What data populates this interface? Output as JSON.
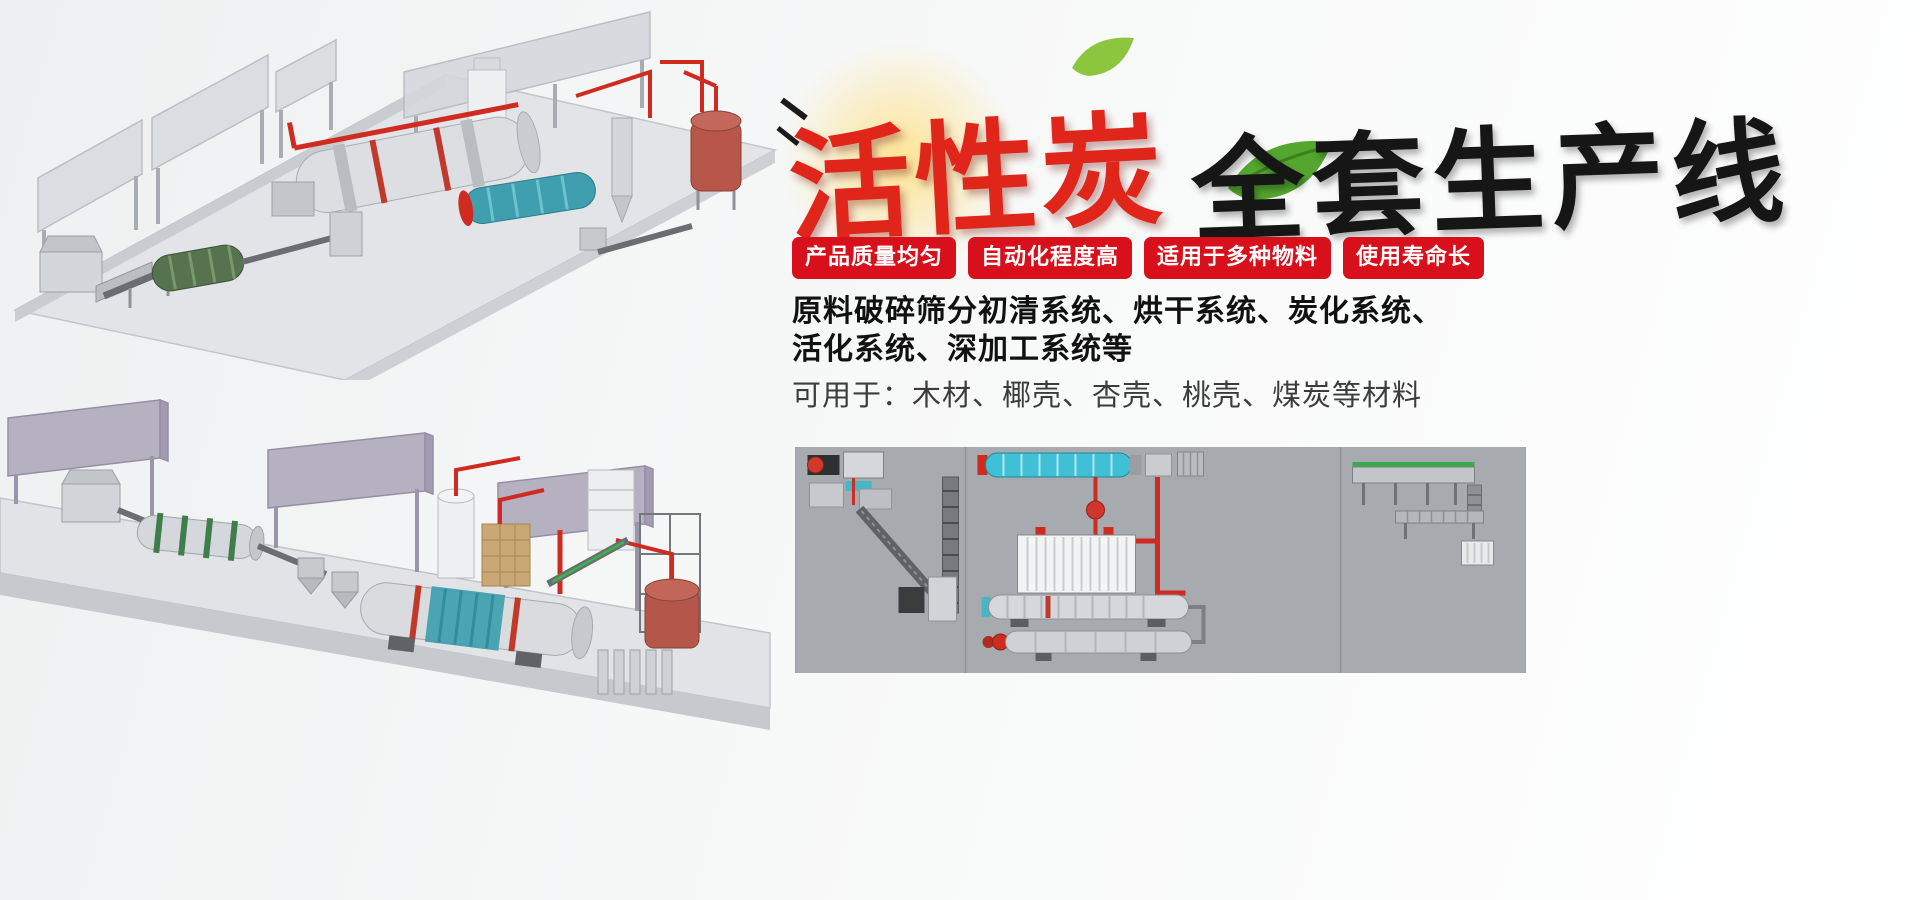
{
  "title": {
    "highlight": "活性炭",
    "rest": "全套生产线"
  },
  "badges": [
    "产品质量均匀",
    "自动化程度高",
    "适用于多种物料",
    "使用寿命长"
  ],
  "description": {
    "line1": "原料破碎筛分初清系统、烘干系统、炭化系统、",
    "line2": "活化系统、深加工系统等",
    "materials": "可用于：木材、椰壳、杏壳、桃壳、煤炭等材料"
  },
  "colors": {
    "badge_red": "#d8101b",
    "title_red": "#e0251b",
    "title_black": "#161616",
    "text_dark": "#111111",
    "materials_text": "#3c3c3c",
    "diagram_panel_gray": "#a7aaaf",
    "drum_teal": "#3fc0d4",
    "pipe_red": "#cf2b20",
    "leaf_green": "#54a62e"
  }
}
